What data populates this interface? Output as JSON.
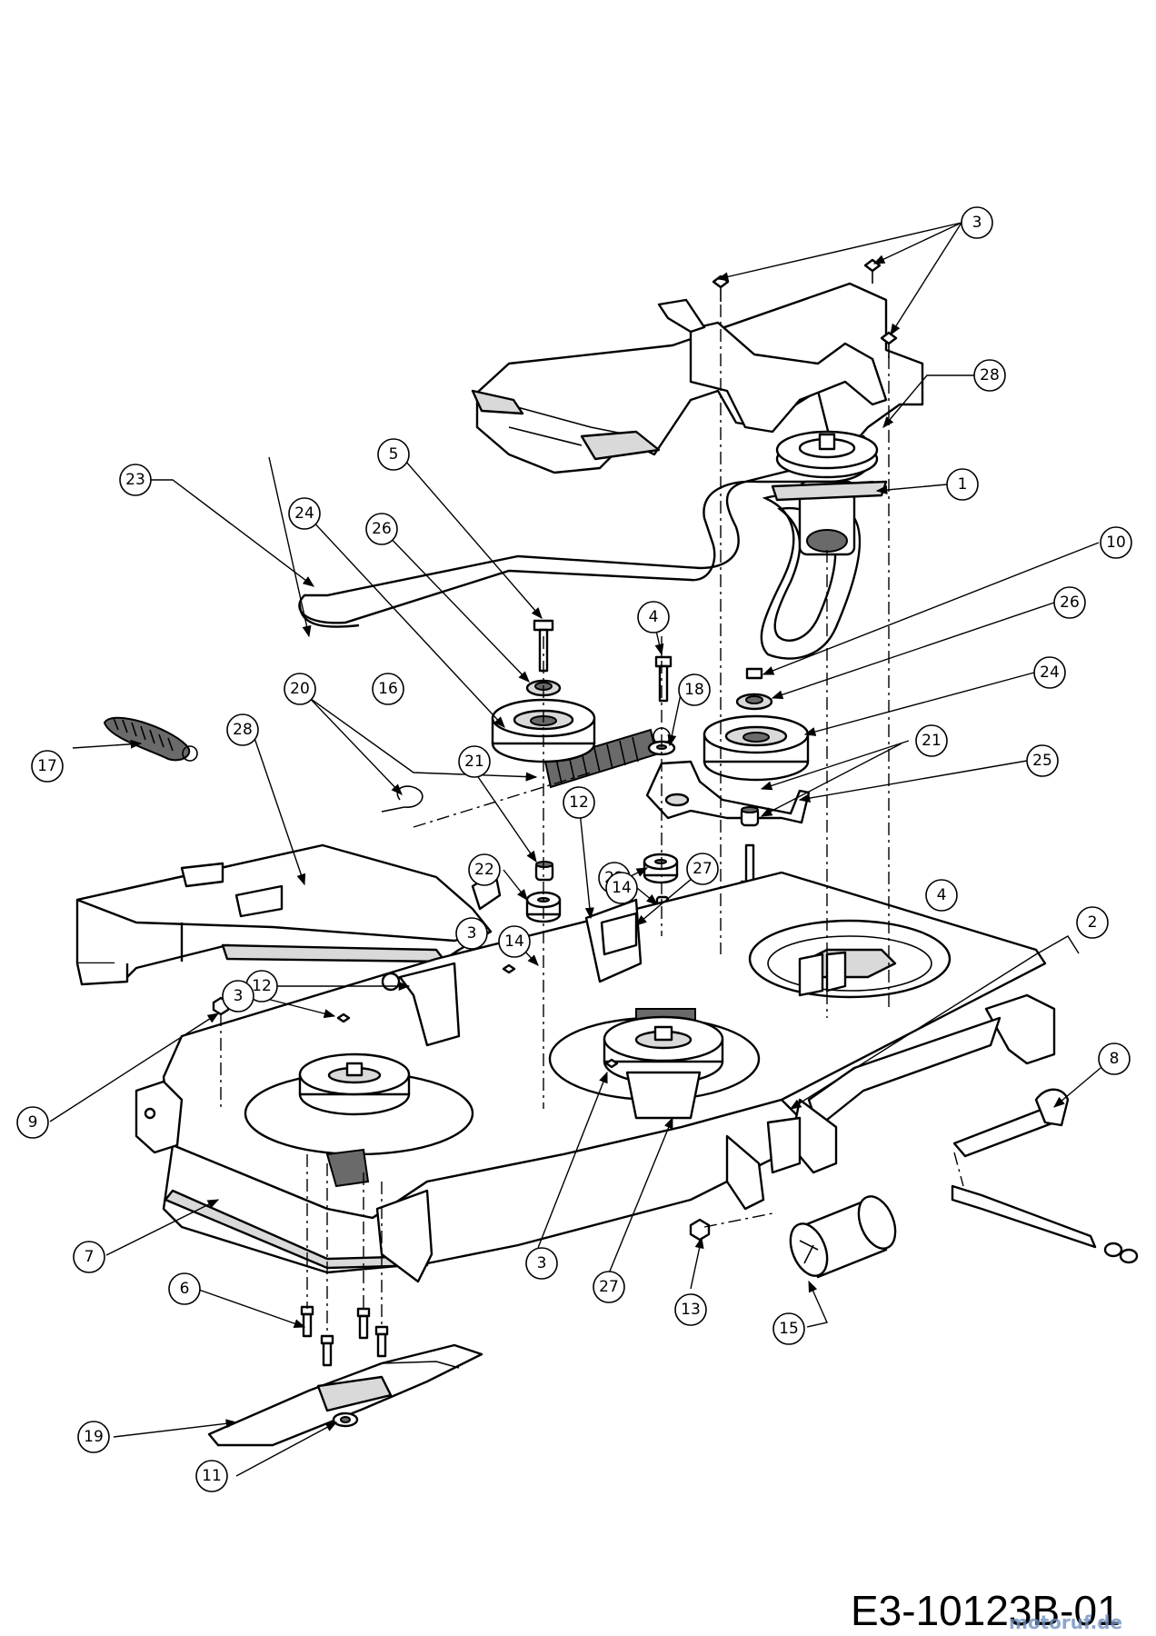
{
  "doc_id": "E3-10123B-01",
  "watermark": "motoruf.de",
  "callouts": [
    "1",
    "2",
    "3",
    "4",
    "5",
    "6",
    "7",
    "8",
    "9",
    "10",
    "11",
    "12",
    "13",
    "14",
    "15",
    "16",
    "17",
    "18",
    "19",
    "20",
    "21",
    "22",
    "23",
    "24",
    "25",
    "26",
    "27",
    "28"
  ]
}
